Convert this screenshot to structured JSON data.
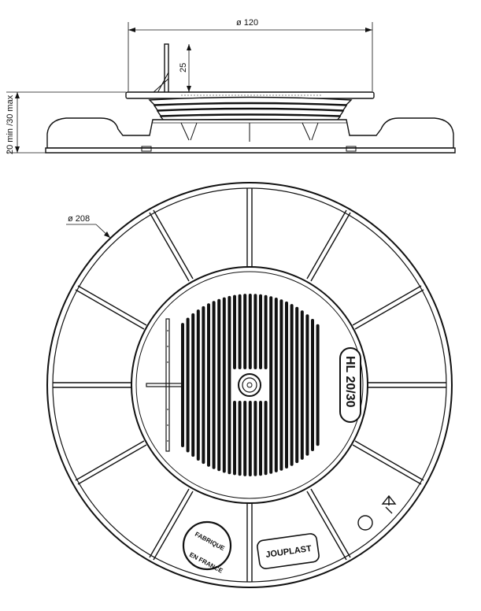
{
  "side_view": {
    "dim_diameter_top": "ø 120",
    "dim_tab_height": "25",
    "dim_total_height": "20 min /30 max"
  },
  "top_view": {
    "dim_diameter_base": "ø 208",
    "model_label": "HL 20/30",
    "brand_label": "JOUPLAST",
    "stamp_top": "FABRIQUE",
    "stamp_bottom": "EN FRANCE"
  }
}
